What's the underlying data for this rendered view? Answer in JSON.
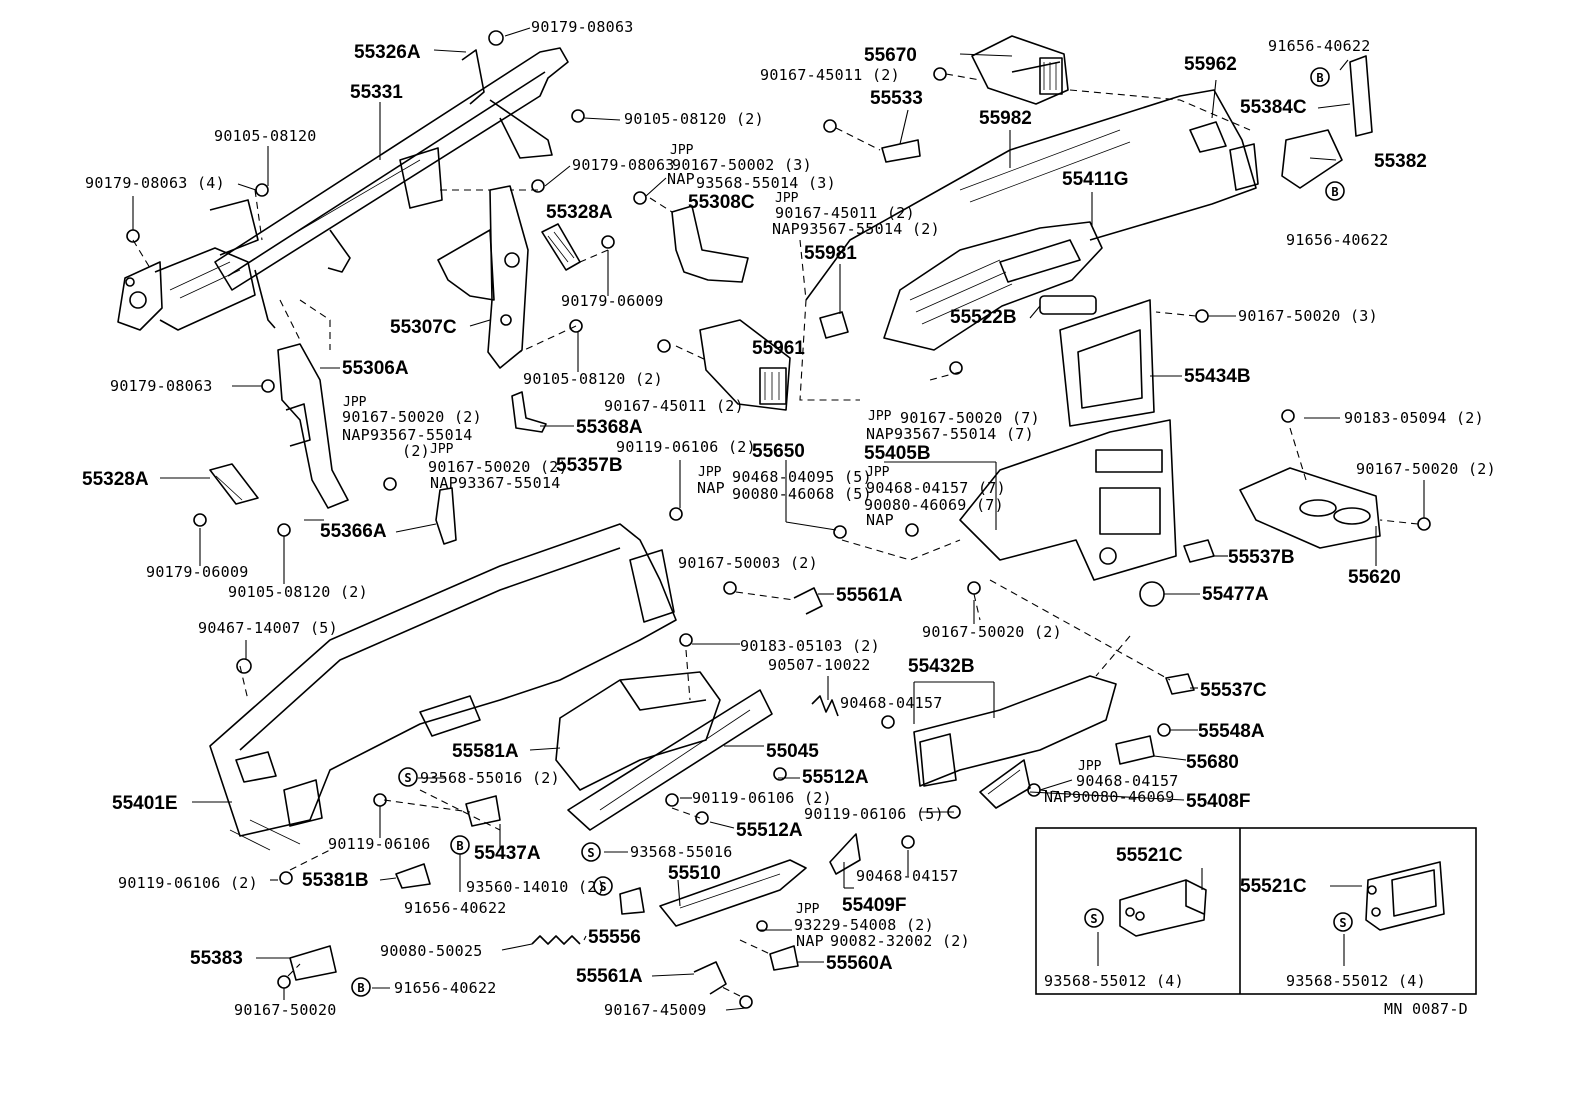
{
  "drawing_code": "MN 0087-D",
  "labels": [
    {
      "id": "l1",
      "text": "90179-08063",
      "cls": "pn"
    },
    {
      "id": "l2",
      "text": "55326A",
      "cls": "big"
    },
    {
      "id": "l3",
      "text": "55331",
      "cls": "big"
    },
    {
      "id": "l4",
      "text": "90105-08120 (2)",
      "cls": "pn"
    },
    {
      "id": "l5",
      "text": "90105-08120",
      "cls": "pn"
    },
    {
      "id": "l6",
      "text": "90179-08063 (4)",
      "cls": "pn"
    },
    {
      "id": "l7",
      "text": "90179-08063",
      "cls": "pn"
    },
    {
      "id": "l8",
      "text": "90167-50002 (3)",
      "cls": "pn"
    },
    {
      "id": "l9",
      "text": "93568-55014 (3)",
      "cls": "pn"
    },
    {
      "id": "l10",
      "text": "JPP",
      "cls": "small"
    },
    {
      "id": "l11",
      "text": "NAP",
      "cls": "pn"
    },
    {
      "id": "l12",
      "text": "55328A",
      "cls": "big"
    },
    {
      "id": "l13",
      "text": "55308C",
      "cls": "big"
    },
    {
      "id": "l14",
      "text": "JPP",
      "cls": "small"
    },
    {
      "id": "l15",
      "text": "90167-45011 (2)",
      "cls": "pn"
    },
    {
      "id": "l16",
      "text": "NAP93567-55014 (2)",
      "cls": "pn"
    },
    {
      "id": "l17",
      "text": "90179-06009",
      "cls": "pn"
    },
    {
      "id": "l18",
      "text": "55307C",
      "cls": "big"
    },
    {
      "id": "l19",
      "text": "90105-08120 (2)",
      "cls": "pn"
    },
    {
      "id": "l20",
      "text": "55306A",
      "cls": "big"
    },
    {
      "id": "l21",
      "text": "90179-08063",
      "cls": "pn"
    },
    {
      "id": "l22",
      "text": "JPP",
      "cls": "small"
    },
    {
      "id": "l23",
      "text": "90167-50020 (2)",
      "cls": "pn"
    },
    {
      "id": "l24",
      "text": "NAP93567-55014",
      "cls": "pn"
    },
    {
      "id": "l25",
      "text": "(2)",
      "cls": "pn"
    },
    {
      "id": "l26",
      "text": "JPP",
      "cls": "small"
    },
    {
      "id": "l27",
      "text": "90167-50020 (2)",
      "cls": "pn"
    },
    {
      "id": "l28",
      "text": "NAP93367-55014",
      "cls": "pn"
    },
    {
      "id": "l29",
      "text": "55368A",
      "cls": "big"
    },
    {
      "id": "l30",
      "text": "55357B",
      "cls": "big"
    },
    {
      "id": "l31",
      "text": "55328A",
      "cls": "big"
    },
    {
      "id": "l32",
      "text": "55366A",
      "cls": "big"
    },
    {
      "id": "l33",
      "text": "90179-06009",
      "cls": "pn"
    },
    {
      "id": "l34",
      "text": "90105-08120 (2)",
      "cls": "pn"
    },
    {
      "id": "l35",
      "text": "55670",
      "cls": "big"
    },
    {
      "id": "l36",
      "text": "90167-45011 (2)",
      "cls": "pn"
    },
    {
      "id": "l37",
      "text": "55533",
      "cls": "big"
    },
    {
      "id": "l38",
      "text": "55962",
      "cls": "big"
    },
    {
      "id": "l39",
      "text": "91656-40622",
      "cls": "pn"
    },
    {
      "id": "l40",
      "text": "55384C",
      "cls": "big"
    },
    {
      "id": "l41",
      "text": "55982",
      "cls": "big"
    },
    {
      "id": "l42",
      "text": "55382",
      "cls": "big"
    },
    {
      "id": "l43",
      "text": "55411G",
      "cls": "big"
    },
    {
      "id": "l44",
      "text": "91656-40622",
      "cls": "pn"
    },
    {
      "id": "l45",
      "text": "55981",
      "cls": "big"
    },
    {
      "id": "l46",
      "text": "55522B",
      "cls": "big"
    },
    {
      "id": "l47",
      "text": "90167-50020 (3)",
      "cls": "pn"
    },
    {
      "id": "l48",
      "text": "55961",
      "cls": "big"
    },
    {
      "id": "l49",
      "text": "55434B",
      "cls": "big"
    },
    {
      "id": "l50",
      "text": "90167-45011 (2)",
      "cls": "pn"
    },
    {
      "id": "l51",
      "text": "JPP",
      "cls": "small"
    },
    {
      "id": "l52",
      "text": "90167-50020 (7)",
      "cls": "pn"
    },
    {
      "id": "l53",
      "text": "NAP93567-55014 (7)",
      "cls": "pn"
    },
    {
      "id": "l54",
      "text": "90119-06106 (2)",
      "cls": "pn"
    },
    {
      "id": "l55",
      "text": "55650",
      "cls": "big"
    },
    {
      "id": "l56",
      "text": "55405B",
      "cls": "big"
    },
    {
      "id": "l57",
      "text": "90183-05094 (2)",
      "cls": "pn"
    },
    {
      "id": "l58",
      "text": "JPP",
      "cls": "small"
    },
    {
      "id": "l59",
      "text": "90468-04095 (5)",
      "cls": "pn"
    },
    {
      "id": "l60",
      "text": "NAP",
      "cls": "pn"
    },
    {
      "id": "l61",
      "text": "90080-46068 (5)",
      "cls": "pn"
    },
    {
      "id": "l62",
      "text": "JPP",
      "cls": "small"
    },
    {
      "id": "l63",
      "text": "90468-04157 (7)",
      "cls": "pn"
    },
    {
      "id": "l64",
      "text": "90080-46069 (7)",
      "cls": "pn"
    },
    {
      "id": "l65",
      "text": "NAP",
      "cls": "pn"
    },
    {
      "id": "l66",
      "text": "90167-50020 (2)",
      "cls": "pn"
    },
    {
      "id": "l67",
      "text": "55537B",
      "cls": "big"
    },
    {
      "id": "l68",
      "text": "55620",
      "cls": "big"
    },
    {
      "id": "l69",
      "text": "90167-50003 (2)",
      "cls": "pn"
    },
    {
      "id": "l70",
      "text": "55561A",
      "cls": "big"
    },
    {
      "id": "l71",
      "text": "55477A",
      "cls": "big"
    },
    {
      "id": "l72",
      "text": "90167-50020 (2)",
      "cls": "pn"
    },
    {
      "id": "l73",
      "text": "90467-14007 (5)",
      "cls": "pn"
    },
    {
      "id": "l74",
      "text": "90183-05103 (2)",
      "cls": "pn"
    },
    {
      "id": "l75",
      "text": "90507-10022",
      "cls": "pn"
    },
    {
      "id": "l76",
      "text": "55432B",
      "cls": "big"
    },
    {
      "id": "l77",
      "text": "90468-04157",
      "cls": "pn"
    },
    {
      "id": "l78",
      "text": "55537C",
      "cls": "big"
    },
    {
      "id": "l79",
      "text": "55581A",
      "cls": "big"
    },
    {
      "id": "l80",
      "text": "55045",
      "cls": "big"
    },
    {
      "id": "l81",
      "text": "55548A",
      "cls": "big"
    },
    {
      "id": "l82",
      "text": "JPP",
      "cls": "small"
    },
    {
      "id": "l83",
      "text": "55680",
      "cls": "big"
    },
    {
      "id": "l84",
      "text": "93568-55016 (2)",
      "cls": "pn"
    },
    {
      "id": "l85",
      "text": "55512A",
      "cls": "big"
    },
    {
      "id": "l86",
      "text": "90468-04157",
      "cls": "pn"
    },
    {
      "id": "l87",
      "text": "NAP90080-46069",
      "cls": "pn"
    },
    {
      "id": "l88",
      "text": "55408F",
      "cls": "big"
    },
    {
      "id": "l89",
      "text": "55401E",
      "cls": "big"
    },
    {
      "id": "l90",
      "text": "90119-06106 (2)",
      "cls": "pn"
    },
    {
      "id": "l91",
      "text": "90119-06106 (5)",
      "cls": "pn"
    },
    {
      "id": "l92",
      "text": "55512A",
      "cls": "big"
    },
    {
      "id": "l93",
      "text": "90119-06106",
      "cls": "pn"
    },
    {
      "id": "l94",
      "text": "55437A",
      "cls": "big"
    },
    {
      "id": "l95",
      "text": "93568-55016",
      "cls": "pn"
    },
    {
      "id": "l96",
      "text": "55521C",
      "cls": "big"
    },
    {
      "id": "l97",
      "text": "55521C",
      "cls": "big"
    },
    {
      "id": "l98",
      "text": "90119-06106 (2)",
      "cls": "pn"
    },
    {
      "id": "l99",
      "text": "55381B",
      "cls": "big"
    },
    {
      "id": "l100",
      "text": "93560-14010 (2)",
      "cls": "pn"
    },
    {
      "id": "l101",
      "text": "55510",
      "cls": "big"
    },
    {
      "id": "l102",
      "text": "90468-04157",
      "cls": "pn"
    },
    {
      "id": "l103",
      "text": "55409F",
      "cls": "big"
    },
    {
      "id": "l104",
      "text": "91656-40622",
      "cls": "pn"
    },
    {
      "id": "l105",
      "text": "JPP",
      "cls": "small"
    },
    {
      "id": "l106",
      "text": "93229-54008 (2)",
      "cls": "pn"
    },
    {
      "id": "l107",
      "text": "90080-50025",
      "cls": "pn"
    },
    {
      "id": "l108",
      "text": "55556",
      "cls": "big"
    },
    {
      "id": "l109",
      "text": "NAP",
      "cls": "pn"
    },
    {
      "id": "l110",
      "text": "90082-32002 (2)",
      "cls": "pn"
    },
    {
      "id": "l111",
      "text": "55383",
      "cls": "big"
    },
    {
      "id": "l112",
      "text": "55561A",
      "cls": "big"
    },
    {
      "id": "l113",
      "text": "55560A",
      "cls": "big"
    },
    {
      "id": "l114",
      "text": "91656-40622",
      "cls": "pn"
    },
    {
      "id": "l115",
      "text": "90167-50020",
      "cls": "pn"
    },
    {
      "id": "l116",
      "text": "90167-45009",
      "cls": "pn"
    },
    {
      "id": "l117",
      "text": "93568-55012 (4)",
      "cls": "pn"
    },
    {
      "id": "l118",
      "text": "93568-55012 (4)",
      "cls": "pn"
    }
  ],
  "badges": [
    {
      "id": "b1",
      "text": "B"
    },
    {
      "id": "b2",
      "text": "B"
    },
    {
      "id": "b3",
      "text": "S"
    },
    {
      "id": "b4",
      "text": "B"
    },
    {
      "id": "b5",
      "text": "S"
    },
    {
      "id": "b6",
      "text": "S"
    },
    {
      "id": "b7",
      "text": "B"
    },
    {
      "id": "b8",
      "text": "S"
    },
    {
      "id": "b9",
      "text": "S"
    }
  ]
}
